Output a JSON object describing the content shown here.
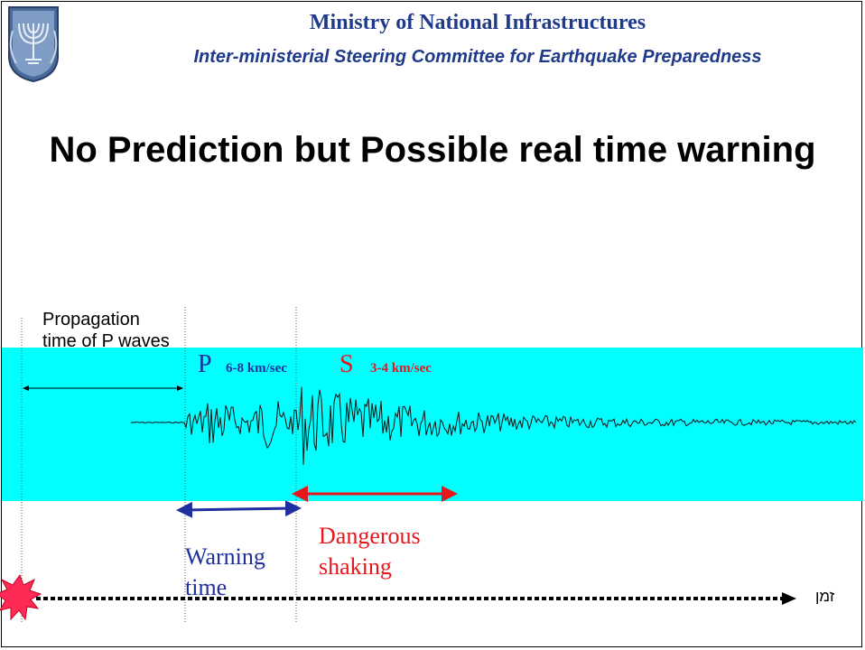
{
  "header": {
    "ministry": "Ministry of National Infrastructures",
    "committee": "Inter-ministerial Steering Committee for Earthquake Preparedness"
  },
  "title": "No Prediction but Possible real time warning",
  "diagram": {
    "propagation_label": "Propagation time of P waves",
    "p_wave": {
      "letter": "P",
      "speed": "6-8 km/sec"
    },
    "s_wave": {
      "letter": "S",
      "speed": "3-4 km/sec"
    },
    "warning_label": "Warning time",
    "danger_label": "Dangerous shaking",
    "time_axis_label": "זמן"
  },
  "colors": {
    "band": "#00ffff",
    "header_text": "#1f3a8a",
    "p_color": "#1f2fa0",
    "s_color": "#e8161d",
    "burst_fill": "#ff2a55"
  },
  "icons": {
    "emblem": "menorah-emblem-icon",
    "burst": "earthquake-burst-icon"
  }
}
